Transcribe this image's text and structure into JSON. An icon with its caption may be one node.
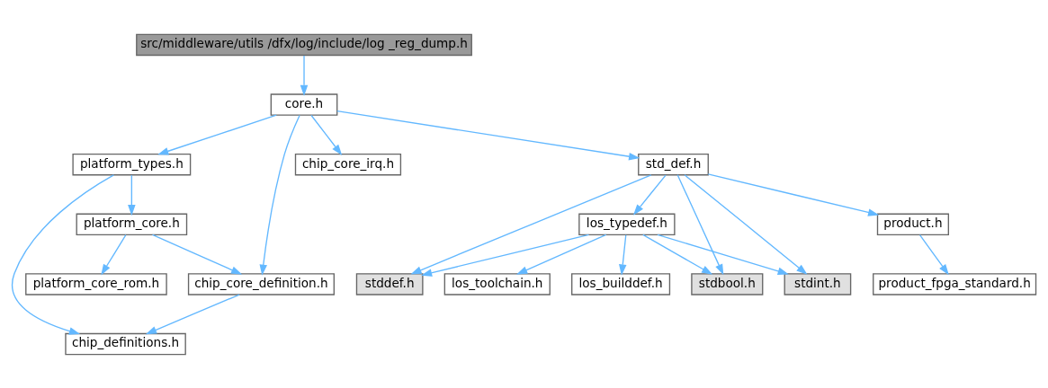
{
  "diagram": {
    "nodes": [
      {
        "text": [
          "src/middleware/utils /dfx/log/include/log _reg_dump.h"
        ]
      },
      {
        "text": [
          "core.h"
        ]
      },
      {
        "text": [
          "platform_types.h"
        ]
      },
      {
        "text": [
          "chip_core_irq.h"
        ]
      },
      {
        "text": [
          "std_def.h"
        ]
      },
      {
        "text": [
          "platform_core.h"
        ]
      },
      {
        "text": [
          "platform_core_rom.h"
        ]
      },
      {
        "text": [
          "chip_core_definition.h"
        ]
      },
      {
        "text": [
          "chip_definitions.h"
        ]
      },
      {
        "text": [
          "product.h"
        ]
      },
      {
        "text": [
          "product_fpga_standard.h"
        ]
      },
      {
        "text": [
          "los_typedef.h"
        ]
      },
      {
        "text": [
          "stddef.h"
        ]
      },
      {
        "text": [
          "stdbool.h"
        ]
      },
      {
        "text": [
          "los_builddef.h"
        ]
      },
      {
        "text": [
          "los_toolchain.h"
        ]
      },
      {
        "text": [
          "stdint.h"
        ]
      }
    ],
    "edges": [
      {
        "from": 0,
        "to": 1,
        "arrow": "to"
      },
      {
        "from": 1,
        "to": 2,
        "arrow": "to"
      },
      {
        "from": 1,
        "to": 7,
        "arrow": "to"
      },
      {
        "from": 1,
        "to": 3,
        "arrow": "to"
      },
      {
        "from": 1,
        "to": 4,
        "arrow": "to"
      },
      {
        "from": 2,
        "to": 5,
        "arrow": "to"
      },
      {
        "from": 2,
        "to": 8,
        "arrow": "to"
      },
      {
        "from": 5,
        "to": 6,
        "arrow": "to"
      },
      {
        "from": 5,
        "to": 7,
        "arrow": "to"
      },
      {
        "from": 7,
        "to": 8,
        "arrow": "to"
      },
      {
        "from": 4,
        "to": 9,
        "arrow": "to"
      },
      {
        "from": 4,
        "to": 12,
        "arrow": "to"
      },
      {
        "from": 4,
        "to": 13,
        "arrow": "to"
      },
      {
        "from": 4,
        "to": 11,
        "arrow": "to"
      },
      {
        "from": 4,
        "to": 16,
        "arrow": "to"
      },
      {
        "from": 9,
        "to": 10,
        "arrow": "to"
      },
      {
        "from": 11,
        "to": 12,
        "arrow": "to"
      },
      {
        "from": 11,
        "to": 13,
        "arrow": "to"
      },
      {
        "from": 11,
        "to": 14,
        "arrow": "to"
      },
      {
        "from": 11,
        "to": 15,
        "arrow": "to"
      },
      {
        "from": 11,
        "to": 16,
        "arrow": "to"
      }
    ]
  }
}
